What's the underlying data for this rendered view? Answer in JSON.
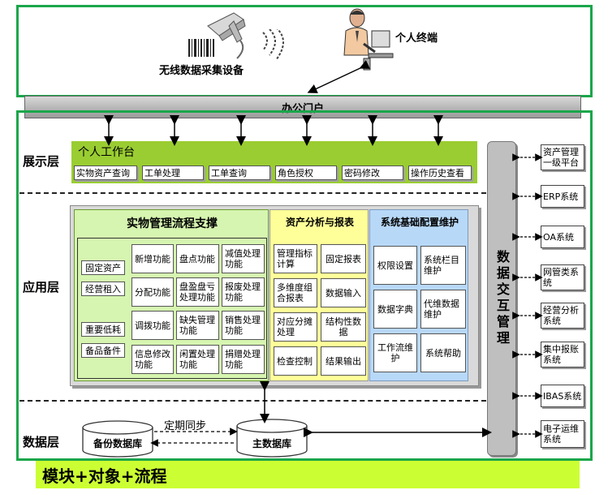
{
  "top": {
    "device_label": "无线数据采集设备",
    "terminal_label": "个人终端"
  },
  "portal": {
    "label": "办公门户"
  },
  "layers": {
    "display": "展示层",
    "application": "应用层",
    "data": "数据层"
  },
  "workbench": {
    "title": "个人工作台",
    "tabs": [
      "实物资产查询",
      "工单处理",
      "工单查询",
      "角色授权",
      "密码修改",
      "操作历史查看"
    ]
  },
  "process": {
    "title": "实物管理流程支撑",
    "left": [
      "固定资产",
      "经营租入",
      "重要低耗",
      "备品备件"
    ],
    "grid": [
      "新增功能",
      "盘点功能",
      "减值处理功能",
      "分配功能",
      "盘盈盘亏处理功能",
      "报废处理功能",
      "调拨功能",
      "缺失管理功能",
      "销售处理功能",
      "信息修改功能",
      "闲置处理功能",
      "捐赠处理功能"
    ]
  },
  "analysis": {
    "title": "资产分析与报表",
    "items": [
      "管理指标计算",
      "固定报表",
      "多维度组合报表",
      "数据输入",
      "对应分摊处理",
      "结构性数据",
      "检查控制",
      "结果输出"
    ]
  },
  "config": {
    "title": "系统基础配置维护",
    "items": [
      "权限设置",
      "系统栏目维护",
      "数据字典",
      "代维数据维护",
      "工作流维护",
      "系统帮助"
    ]
  },
  "exchange": {
    "label": "数据交互管理"
  },
  "external": [
    "资产管理一级平台",
    "ERP系统",
    "OA系统",
    "网管类系统",
    "经营分析系统",
    "集中报账系统",
    "IBAS系统",
    "电子运维系统"
  ],
  "db": {
    "backup": "备份数据库",
    "main": "主数据库",
    "sync": "定期同步"
  },
  "footer": {
    "label": "模块+对象+流程"
  },
  "colors": {
    "frame": "#1aa64a",
    "workbench": "#9acd32",
    "process": "#d6f5b0",
    "analysis": "#ffff99",
    "config": "#b8d8f8",
    "exchange": "#bfbfbf",
    "footer": "#ccff33"
  }
}
